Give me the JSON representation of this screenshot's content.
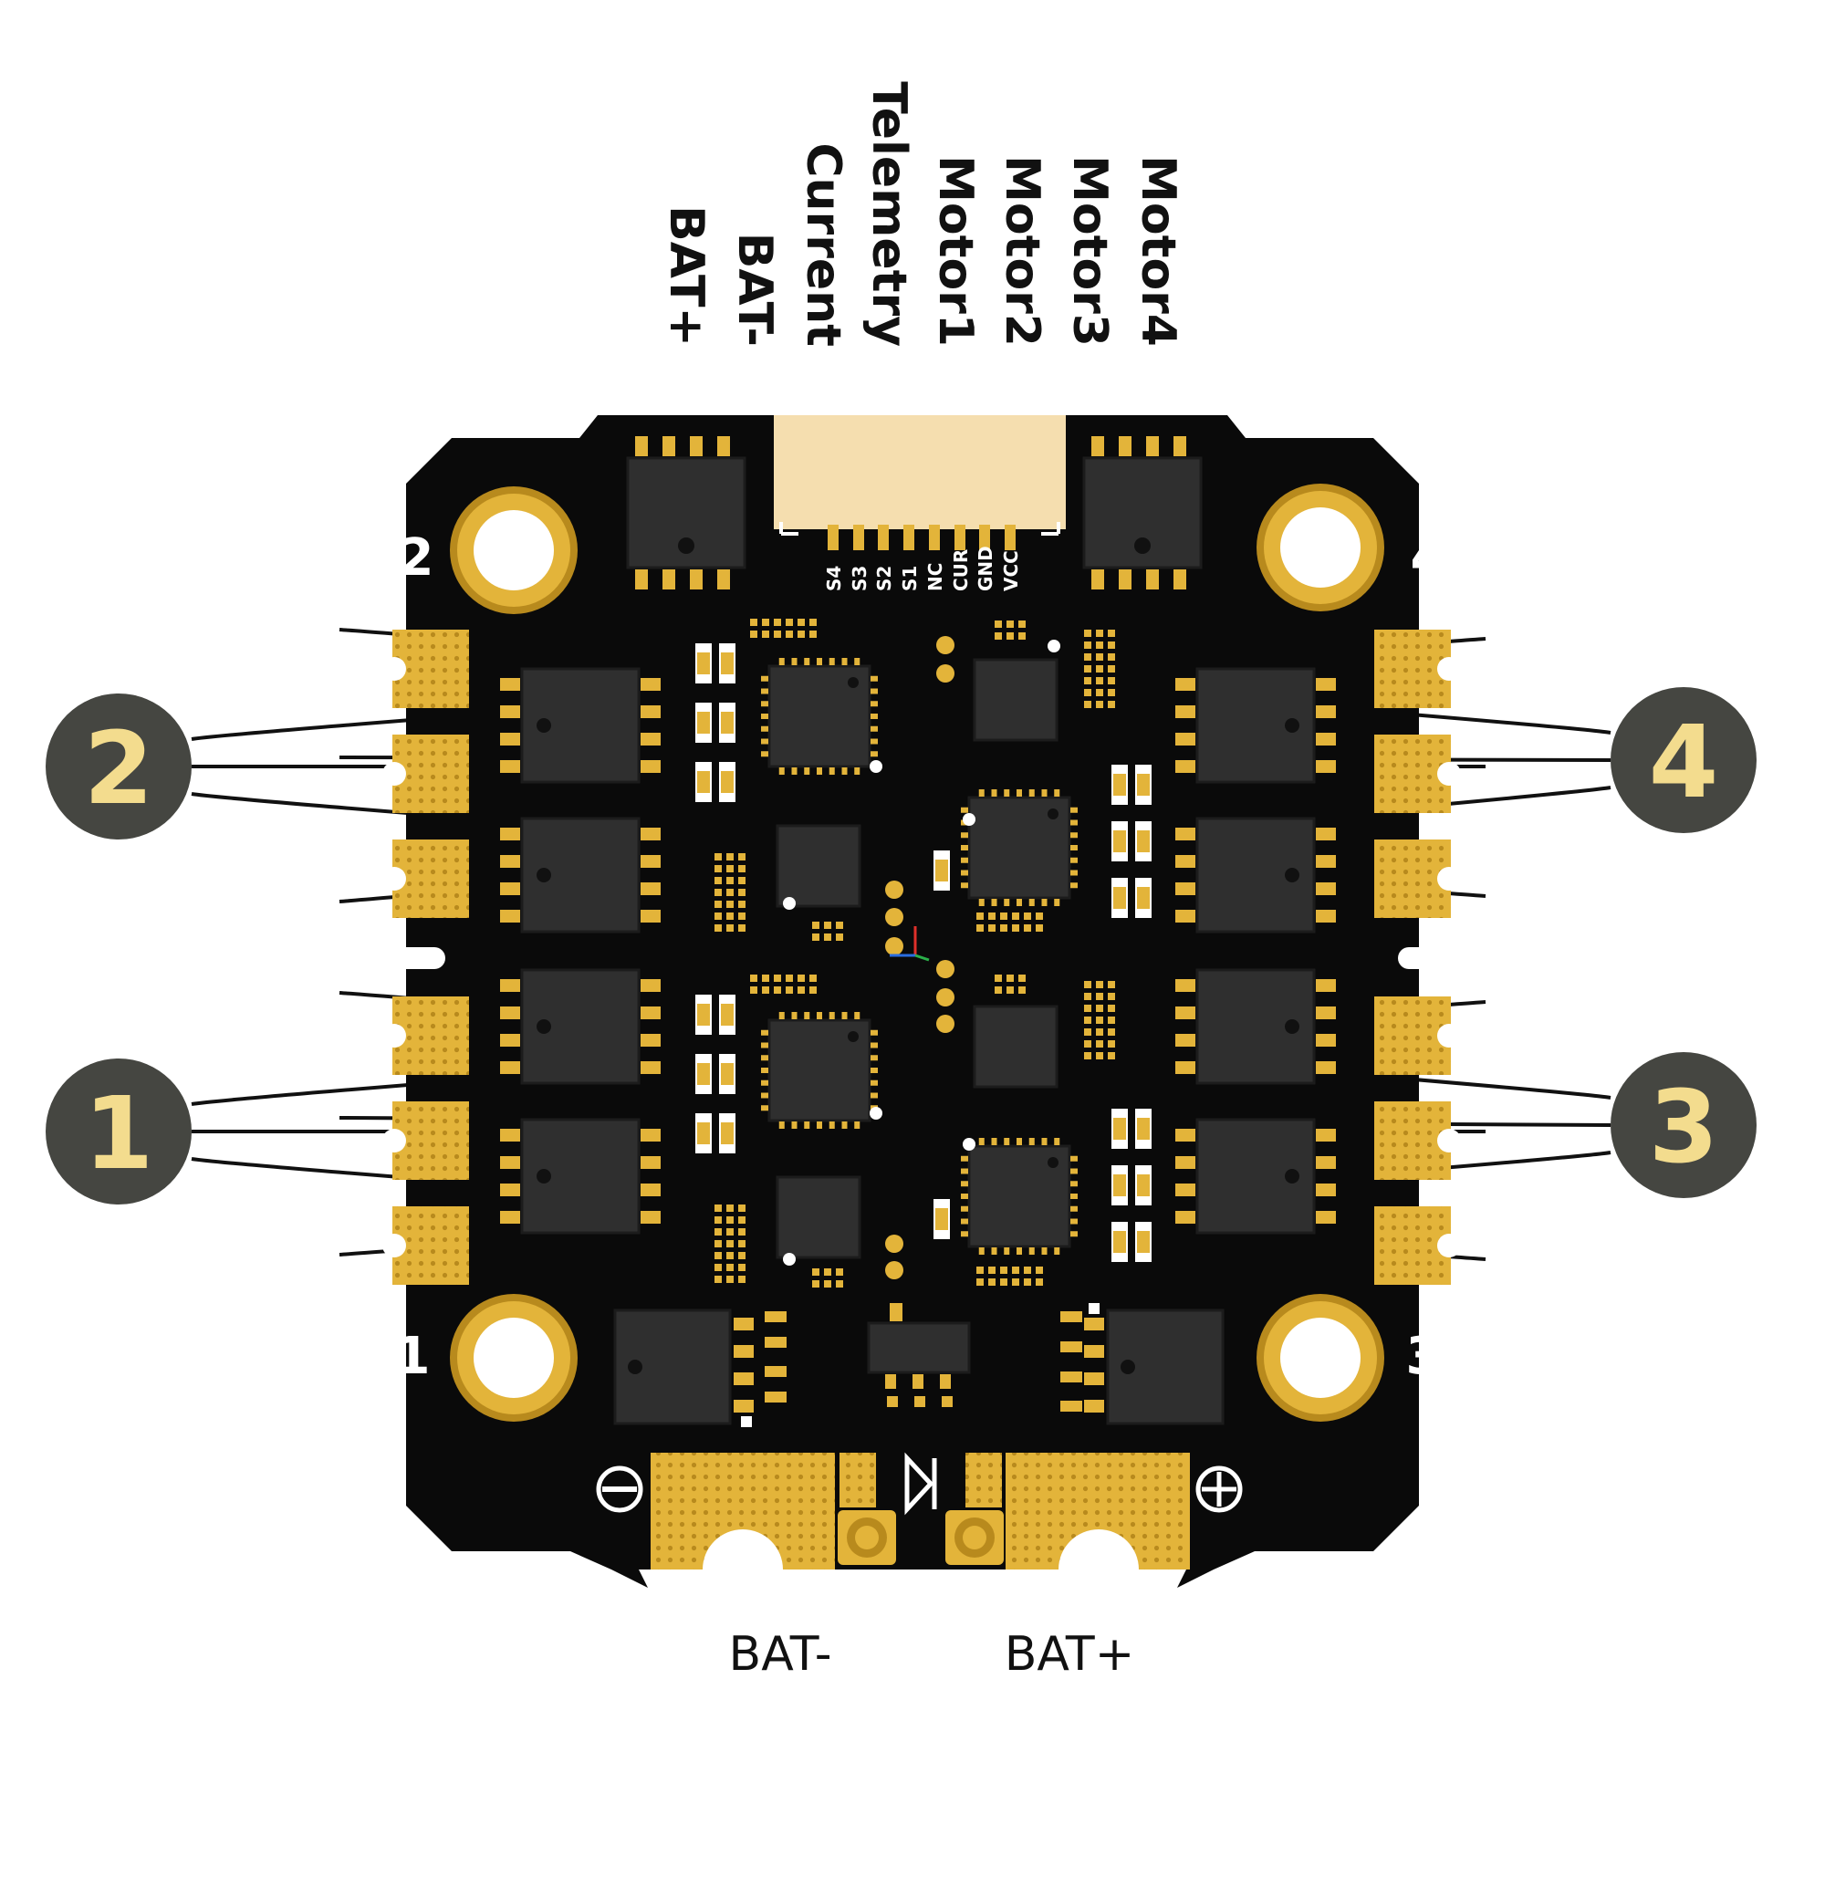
{
  "colors": {
    "board": "#0a0a0a",
    "gold": "#e3b43a",
    "gold_light": "#f0cc63",
    "gold_dark": "#b88a1d",
    "chip": "#2f2f2f",
    "chip_edge": "#1c1c1c",
    "connector": "#f5deaf",
    "badge": "#454641",
    "badge_text": "#f3dc8e",
    "label": "#111111",
    "silk": "#ffffff"
  },
  "connector_labels": [
    "BAT+",
    "BAT-",
    "Current",
    "Telemetry",
    "Motor1",
    "Motor2",
    "Motor3",
    "Motor4"
  ],
  "pin_labels": [
    "S4",
    "S3",
    "S2",
    "S1",
    "NC",
    "CUR",
    "GND",
    "VCC"
  ],
  "corner_numbers": {
    "top_left": "2",
    "top_right": "4",
    "bottom_left": "1",
    "bottom_right": "3"
  },
  "motor_badges": {
    "upper_left": "2",
    "lower_left": "1",
    "upper_right": "4",
    "lower_right": "3"
  },
  "power_labels": {
    "negative": "BAT-",
    "positive": "BAT+"
  },
  "icons": {
    "minus": "minus-circle-icon",
    "plus": "plus-circle-icon",
    "diode": "diode-icon"
  }
}
